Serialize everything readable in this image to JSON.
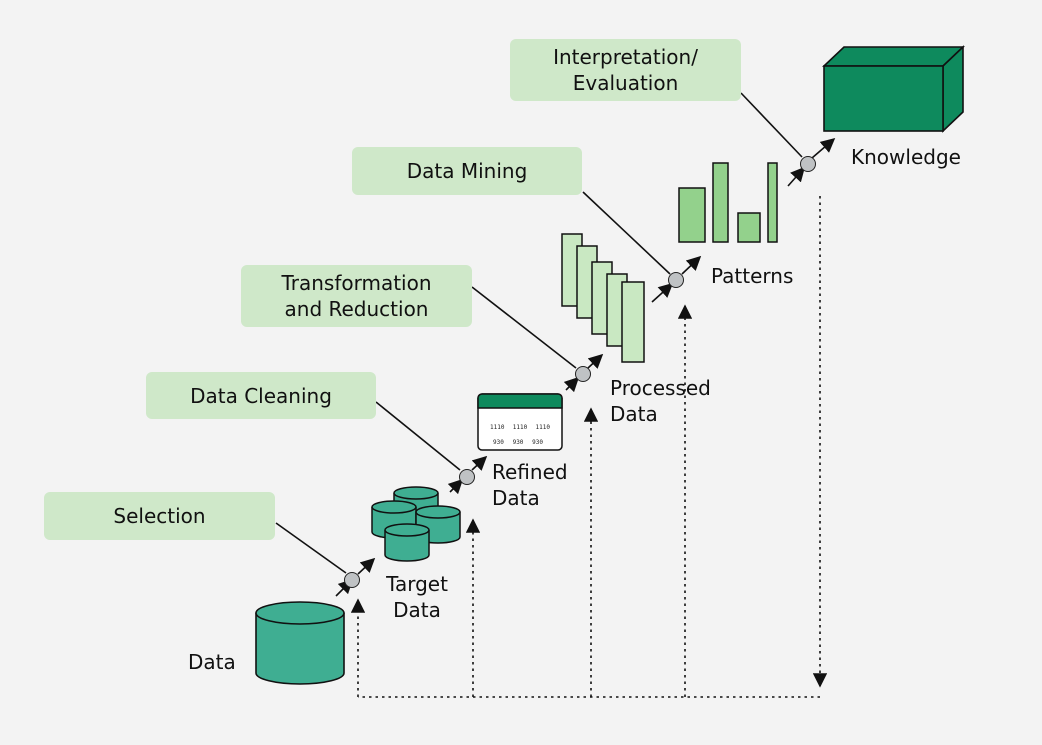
{
  "steps": {
    "selection": "Selection",
    "cleaning": "Data Cleaning",
    "transformation": "Transformation\nand Reduction",
    "mining": "Data Mining",
    "interpretation": "Interpretation/\nEvaluation"
  },
  "artifacts": {
    "data": "Data",
    "target": "Target\nData",
    "refined": "Refined\nData",
    "processed": "Processed\nData",
    "patterns": "Patterns",
    "knowledge": "Knowledge"
  },
  "table_values": {
    "row1": [
      "1110",
      "1110",
      "1110"
    ],
    "row2": [
      "930",
      "930",
      "930"
    ]
  },
  "colors": {
    "dark_green": "#0e8a5d",
    "teal": "#3fae92",
    "light_green": "#c9e8c2",
    "pattern_green": "#93d18c",
    "step_bg": "#cfe8c9",
    "node_gray": "#bfc2c4"
  }
}
